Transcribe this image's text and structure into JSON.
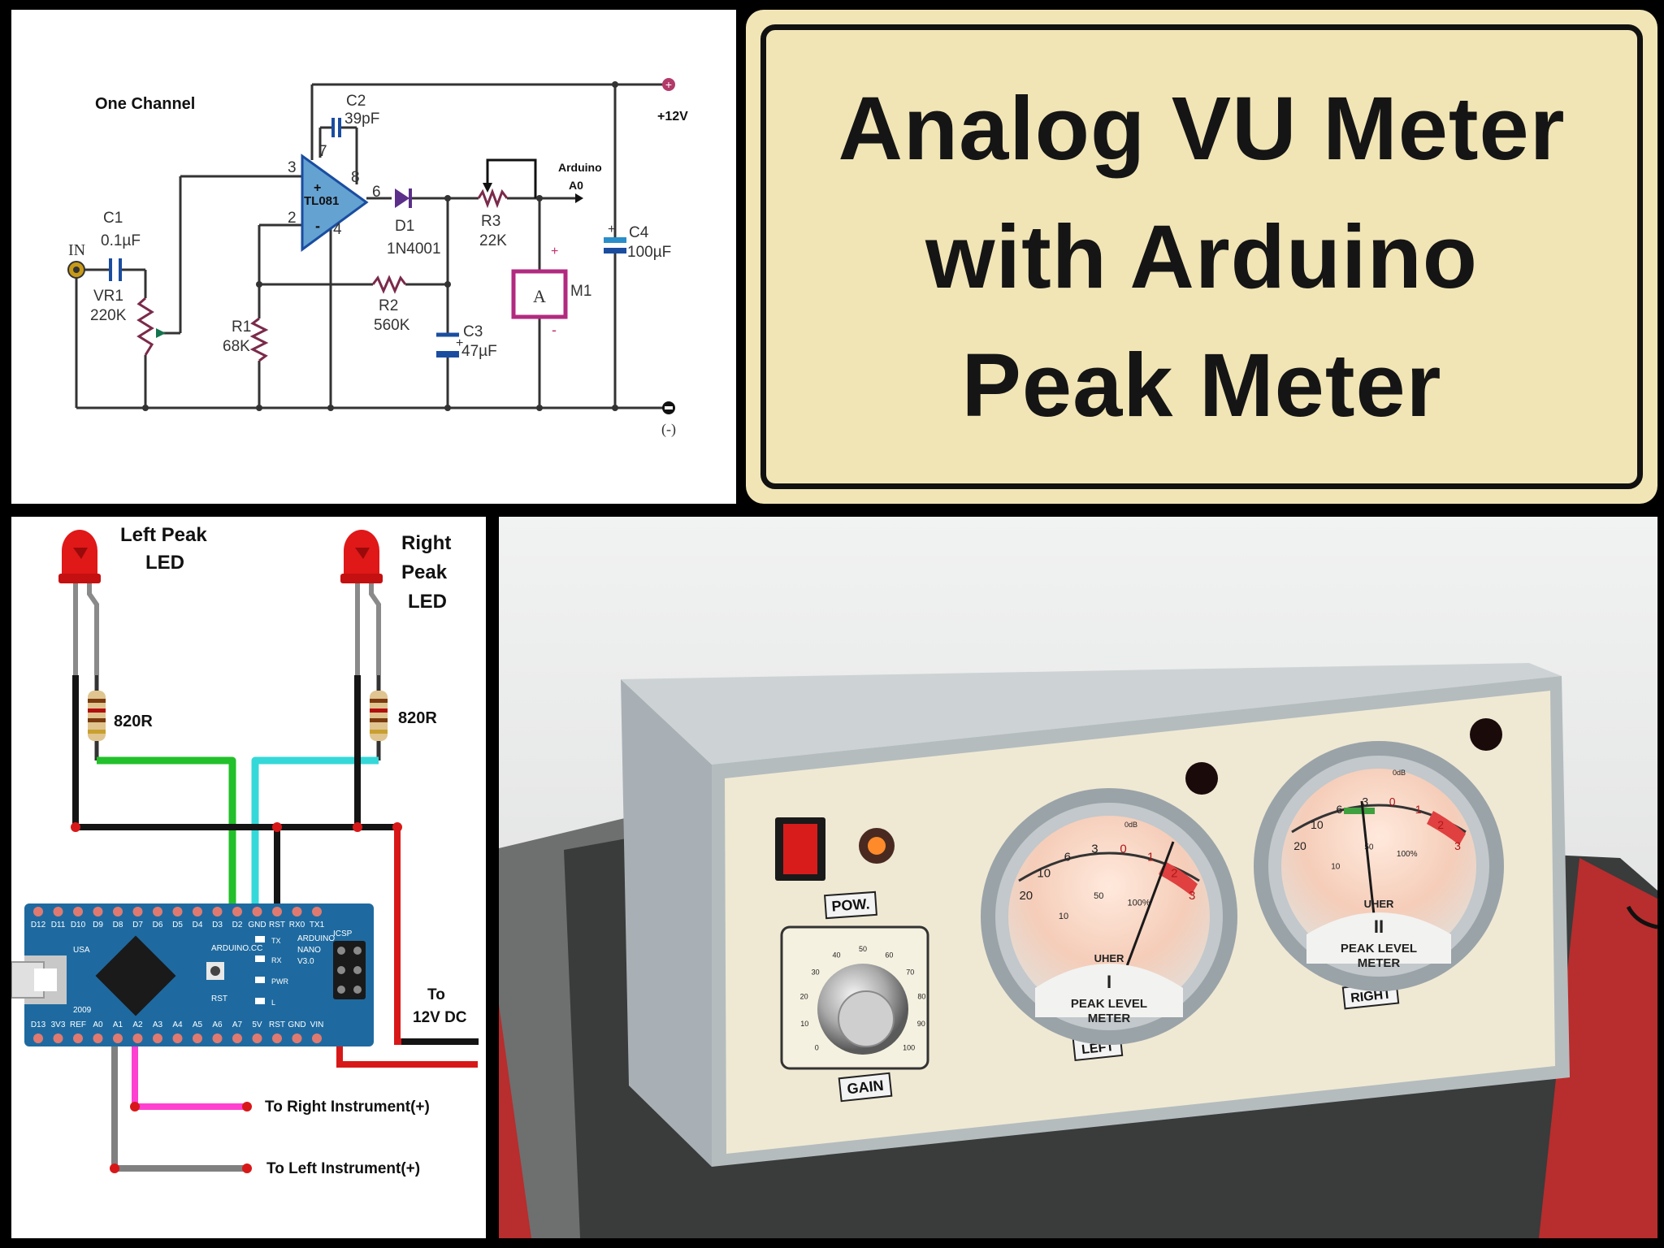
{
  "title_card": {
    "line1": "Analog VU Meter",
    "line2": "with  Arduino",
    "line3": "Peak Meter",
    "background": "#f1e5b6"
  },
  "schematic": {
    "heading": "One Channel",
    "supply_pos": "+12V",
    "supply_neg": "(-)",
    "input_label": "IN",
    "opamp": "TL081",
    "arduino_label_1": "Arduino",
    "arduino_label_2": "A0",
    "meter_symbol": "A",
    "pins": {
      "p2": "2",
      "p3": "3",
      "p4": "4",
      "p6": "6",
      "p7": "7",
      "p8": "8",
      "plus": "+",
      "minus": "-"
    },
    "components": {
      "c1_name": "C1",
      "c1_value": "0.1µF",
      "c2_name": "C2",
      "c2_value": "39pF",
      "c3_name": "C3",
      "c3_value": "47µF",
      "c4_name": "C4",
      "c4_value": "100µF",
      "vr1_name": "VR1",
      "vr1_value": "220K",
      "r1_name": "R1",
      "r1_value": "68K",
      "r2_name": "R2",
      "r2_value": "560K",
      "r3_name": "R3",
      "r3_value": "22K",
      "d1_name": "D1",
      "d1_value": "1N4001",
      "m1_name": "M1"
    }
  },
  "wiring": {
    "left_led_line1": "Left Peak",
    "left_led_line2": "LED",
    "right_led_line1": "Right",
    "right_led_line2": "Peak",
    "right_led_line3": "LED",
    "left_resistor": "820R",
    "right_resistor": "820R",
    "power_line1": "To",
    "power_line2": "12V DC",
    "right_instrument": "To Right Instrument(+)",
    "left_instrument": "To Left Instrument(+)",
    "board_top_pins": [
      "D12",
      "D11",
      "D10",
      "D9",
      "D8",
      "D7",
      "D6",
      "D5",
      "D4",
      "D3",
      "D2",
      "GND",
      "RST",
      "RX0",
      "TX1"
    ],
    "board_bottom_pins": [
      "D13",
      "3V3",
      "REF",
      "A0",
      "A1",
      "A2",
      "A3",
      "A4",
      "A5",
      "A6",
      "A7",
      "5V",
      "RST",
      "GND",
      "VIN"
    ],
    "board_text": {
      "maker": "ARDUINO.CC",
      "model_1": "ARDUINO",
      "model_2": "NANO",
      "model_3": "V3.0",
      "rst": "RST",
      "icsp": "ICSP",
      "usa": "USA",
      "year": "2009",
      "tx": "TX",
      "rx": "RX",
      "pwr": "PWR",
      "l": "L"
    },
    "colors": {
      "green": "#22c02a",
      "cyan": "#35d8d8",
      "pink": "#ff40d0",
      "red": "#d81818",
      "gray": "#808080",
      "black": "#141414",
      "board": "#1e6aa0"
    }
  },
  "photo": {
    "pow_label": "POW.",
    "gain_label": "GAIN",
    "left_label": "LEFT",
    "right_label": "RIGHT",
    "brand": "UHER",
    "meter_l_numeral": "I",
    "meter_r_numeral": "II",
    "meter_text_1": "PEAK  LEVEL",
    "meter_text_2": "METER",
    "scale_top": [
      "20",
      "10",
      "6",
      "3",
      "0",
      "1",
      "2",
      "3"
    ],
    "scale_bottom": [
      "10",
      "50",
      "100%"
    ],
    "scale_zero": "0dB",
    "dial_numbers": [
      "0",
      "10",
      "20",
      "30",
      "40",
      "50",
      "60",
      "70",
      "80",
      "90",
      "100"
    ]
  }
}
